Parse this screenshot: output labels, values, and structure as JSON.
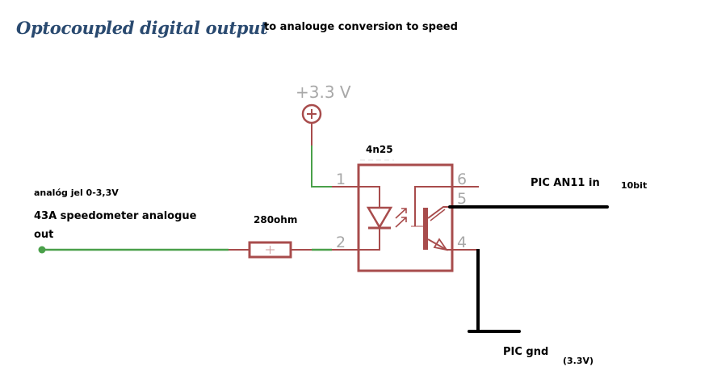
{
  "title": "Optocoupled digital output",
  "subtitle": "to analouge conversion to speed",
  "supply": {
    "label": "+3.3 V"
  },
  "component": {
    "name": "4n25",
    "pins": [
      "1",
      "2",
      "4",
      "5",
      "6"
    ]
  },
  "resistor": {
    "label": "280ohm"
  },
  "labels": {
    "input_signal": "analóg jel 0-3,3V",
    "input_source_line1": "43A speedometer analogue",
    "input_source_line2": "out",
    "output_pin": "PIC AN11 in",
    "output_resolution": "10bit",
    "ground": "PIC gnd",
    "ground_voltage": "(3.3V)"
  },
  "colors": {
    "wire_green": "#4aa04a",
    "symbol_red": "#a84c4c",
    "pin_gray": "#a8a8a8",
    "title_blue": "#2a4a70",
    "external_wire": "#000000"
  }
}
